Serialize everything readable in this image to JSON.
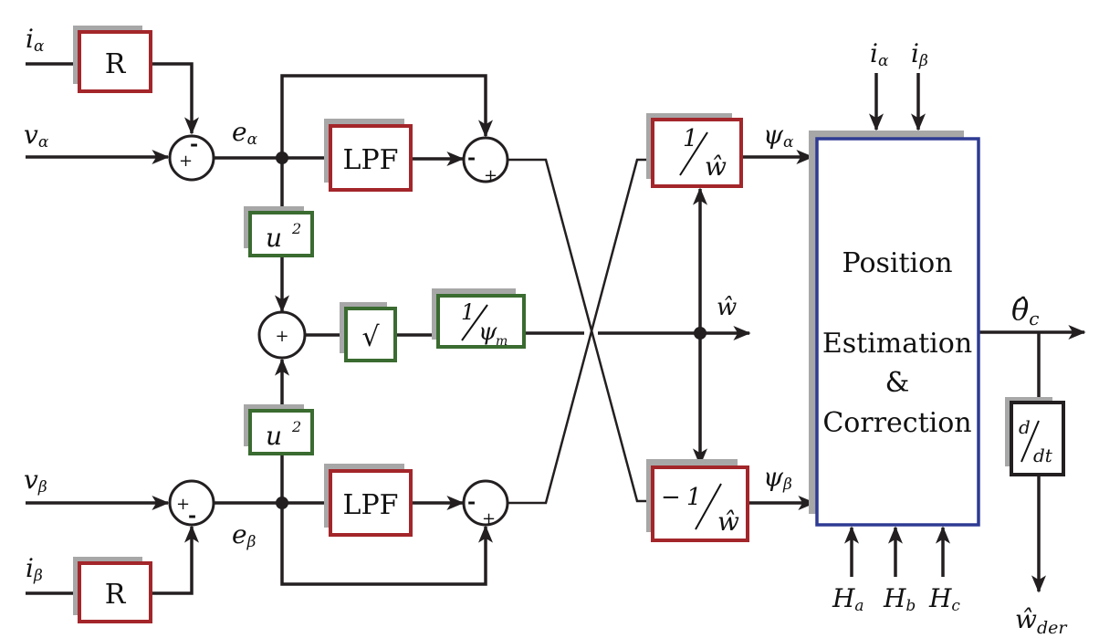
{
  "colors": {
    "resistor_lpf_border": "#a3262a",
    "math_block_border": "#3a6b30",
    "estimator_border": "#2e3b93",
    "shadow": "#a7a7a7",
    "line": "#231f20"
  },
  "inputs": {
    "i_alpha": {
      "sym": "i",
      "sub": "α"
    },
    "v_alpha": {
      "sym": "v",
      "sub": "α"
    },
    "v_beta": {
      "sym": "v",
      "sub": "β"
    },
    "i_beta": {
      "sym": "i",
      "sub": "β"
    }
  },
  "signals": {
    "e_alpha": {
      "sym": "e",
      "sub": "α"
    },
    "e_beta": {
      "sym": "e",
      "sub": "β"
    },
    "psi_alpha": {
      "sym": "ψ",
      "sub": "α"
    },
    "psi_beta": {
      "sym": "ψ",
      "sub": "β"
    },
    "w_hat": "ŵ",
    "theta_c": {
      "sym": "θ̂",
      "sub": "c"
    },
    "w_der": {
      "sym": "ŵ",
      "sub": "der"
    }
  },
  "blocks": {
    "r_top": "R",
    "r_bottom": "R",
    "lpf_top": "LPF",
    "lpf_bottom": "LPF",
    "square_top": {
      "base": "u",
      "exp": "2"
    },
    "square_bottom": {
      "base": "u",
      "exp": "2"
    },
    "sqrt": "√",
    "inv_psi_m": {
      "num": "1",
      "den": "ψ",
      "den_sub": "m"
    },
    "inv_w": {
      "num": "1",
      "den": "ŵ"
    },
    "neg_inv_w": {
      "sign": "−",
      "num": "1",
      "den": "ŵ"
    },
    "derivative": {
      "num": "d",
      "den": "dt"
    },
    "estimator": {
      "line1": "Position",
      "line2": "Estimation",
      "line3": "&",
      "line4": "Correction"
    }
  },
  "sum_signs": {
    "sum_v_alpha": {
      "left": "+",
      "top": "-"
    },
    "sum_lpf_alpha": {
      "left": "-",
      "bottom": "+"
    },
    "sum_squares": {
      "center": "+"
    },
    "sum_v_beta": {
      "left": "+",
      "bottom": "-"
    },
    "sum_lpf_beta": {
      "left": "-",
      "bottom": "+"
    }
  },
  "estimator_inputs": {
    "top": [
      {
        "sym": "i",
        "sub": "α"
      },
      {
        "sym": "i",
        "sub": "β"
      }
    ],
    "bottom": [
      {
        "sym": "H",
        "sub": "a"
      },
      {
        "sym": "H",
        "sub": "b"
      },
      {
        "sym": "H",
        "sub": "c"
      }
    ]
  }
}
